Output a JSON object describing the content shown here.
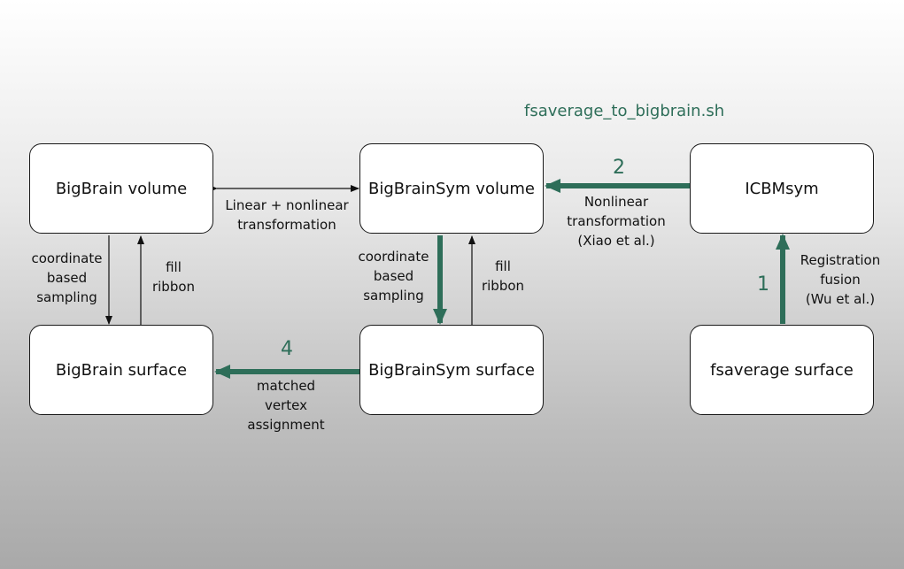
{
  "script_title": "fsaverage_to_bigbrain.sh",
  "colors": {
    "accent": "#2e6e59",
    "thin_arrow": "#111111"
  },
  "nodes": {
    "bigbrain_volume": "BigBrain volume",
    "bigbrainsym_volume": "BigBrainSym volume",
    "icbmsym": "ICBMsym",
    "bigbrain_surface": "BigBrain surface",
    "bigbrainsym_surface": "BigBrainSym surface",
    "fsaverage_surface": "fsaverage surface"
  },
  "edges": {
    "linear_nonlinear": [
      "Linear + nonlinear",
      "transformation"
    ],
    "coord_sampling_left": [
      "coordinate",
      "based",
      "sampling"
    ],
    "fill_ribbon_left": [
      "fill",
      "ribbon"
    ],
    "coord_sampling_mid": [
      "coordinate",
      "based",
      "sampling"
    ],
    "fill_ribbon_mid": [
      "fill",
      "ribbon"
    ],
    "nonlinear_xiao": [
      "Nonlinear",
      "transformation",
      "(Xiao et al.)"
    ],
    "registration_fusion": [
      "Registration",
      "fusion",
      "(Wu et al.)"
    ],
    "matched_vertex": [
      "matched",
      "vertex",
      "assignment"
    ]
  },
  "step_numbers": {
    "step1": "1",
    "step2": "2",
    "step4": "4"
  }
}
